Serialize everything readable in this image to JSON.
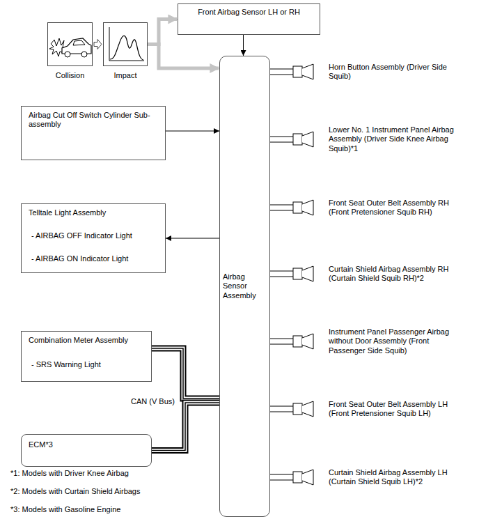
{
  "diagram": {
    "nodes": [
      {
        "text": [
          "Collision"
        ]
      },
      {
        "text": [
          "Impact"
        ]
      },
      {
        "text": [
          "Front Airbag Sensor LH or RH"
        ]
      },
      {
        "text": [
          "Airbag Cut Off Switch Cylinder Sub-assembly"
        ]
      },
      {
        "text": [
          "Telltale Light Assembly",
          "- AIRBAG OFF Indicator Light",
          "- AIRBAG ON Indicator Light"
        ]
      },
      {
        "text": [
          "Combination Meter Assembly",
          "- SRS Warning Light"
        ]
      },
      {
        "text": [
          "ECM*3"
        ]
      },
      {
        "text": [
          "Airbag Sensor Assembly"
        ]
      },
      {
        "text": [
          "Horn Button Assembly (Driver Side Squib)"
        ]
      },
      {
        "text": [
          "Lower No. 1 Instrument Panel Airbag Assembly (Driver Side Knee Airbag Squib)*1"
        ]
      },
      {
        "text": [
          "Front Seat Outer Belt Assembly RH (Front Pretensioner Squib RH)"
        ]
      },
      {
        "text": [
          "Curtain Shield Airbag Assembly RH (Curtain Shield Squib RH)*2"
        ]
      },
      {
        "text": [
          "Instrument Panel Passenger Airbag without Door Assembly (Front Passenger Side Squib)"
        ]
      },
      {
        "text": [
          "Front Seat Outer Belt Assembly LH (Front Pretensioner Squib LH)"
        ]
      },
      {
        "text": [
          "Curtain Shield Airbag Assembly LH (Curtain Shield Squib LH)*2"
        ]
      }
    ],
    "edges": [
      {
        "from": 0,
        "to": 1,
        "arrow": "to"
      },
      {
        "from": 1,
        "to": 2,
        "arrow": "to"
      },
      {
        "from": 1,
        "to": 7,
        "arrow": "to"
      },
      {
        "from": 2,
        "to": 7,
        "arrow": "to"
      },
      {
        "from": 3,
        "to": 7,
        "arrow": "to"
      },
      {
        "from": 7,
        "to": 4,
        "arrow": "to"
      },
      {
        "from": 5,
        "to": 7,
        "label": "CAN (V Bus)",
        "arrow": "none"
      },
      {
        "from": 6,
        "to": 7,
        "arrow": "none"
      },
      {
        "from": 7,
        "to": 8,
        "arrow": "none"
      },
      {
        "from": 7,
        "to": 9,
        "arrow": "none"
      },
      {
        "from": 7,
        "to": 10,
        "arrow": "none"
      },
      {
        "from": 7,
        "to": 11,
        "arrow": "none"
      },
      {
        "from": 7,
        "to": 12,
        "arrow": "none"
      },
      {
        "from": 7,
        "to": 13,
        "arrow": "none"
      },
      {
        "from": 7,
        "to": 14,
        "arrow": "none"
      }
    ],
    "labels": [
      "*1: Models with Driver Knee Airbag",
      "*2: Models with Curtain Shield Airbags",
      "*3: Models with Gasoline Engine"
    ]
  }
}
